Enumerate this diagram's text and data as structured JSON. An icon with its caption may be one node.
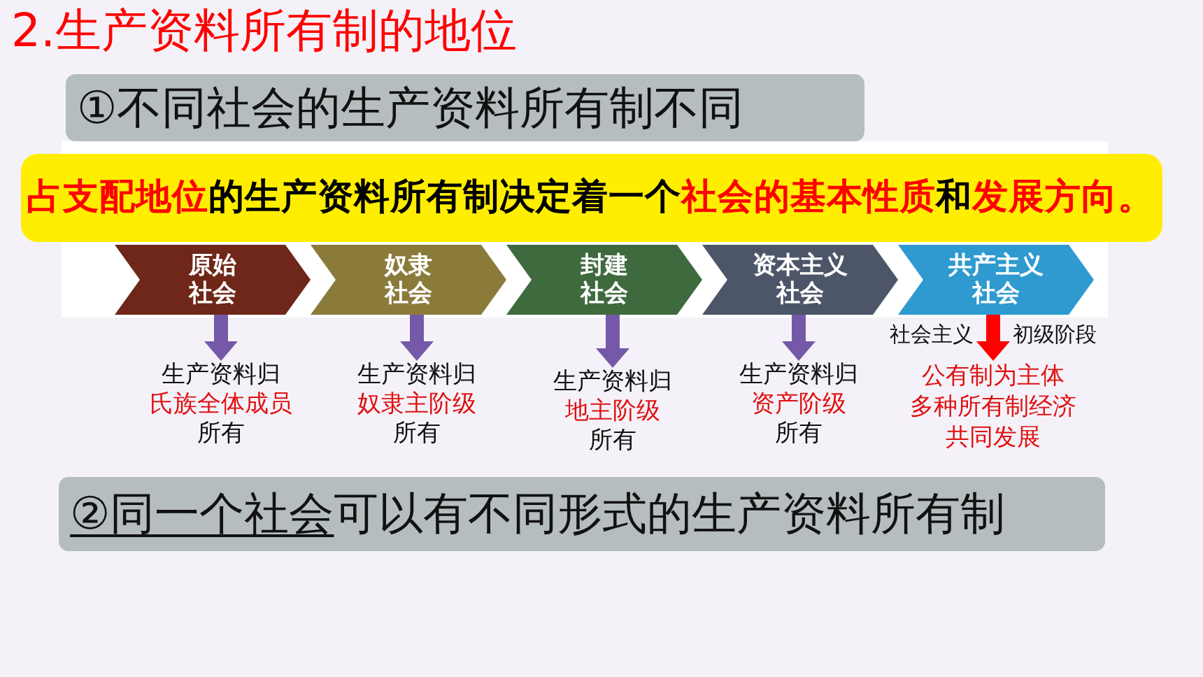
{
  "diagram": {
    "title": "2.生产资料所有制的地位",
    "nodes": [
      {
        "text": [
          "①不同社会的生产资料所有制不同"
        ]
      },
      {
        "text": [
          "**占支配地位**的生产资料所有制决定着一个**社会的基本性质**和**发展方向。**"
        ]
      },
      {
        "text": [
          "原始社会"
        ]
      },
      {
        "text": [
          "奴隶社会"
        ]
      },
      {
        "text": [
          "封建社会"
        ]
      },
      {
        "text": [
          "资本主义社会"
        ]
      },
      {
        "text": [
          "共产主义社会"
        ]
      },
      {
        "text": [
          "生产资料归",
          "氏族全体成员",
          "所有"
        ]
      },
      {
        "text": [
          "生产资料归",
          "奴隶主阶级",
          "所有"
        ]
      },
      {
        "text": [
          "生产资料归",
          "地主阶级",
          "所有"
        ]
      },
      {
        "text": [
          "生产资料归",
          "资产阶级",
          "所有"
        ]
      },
      {
        "text": [
          "公有制为主体",
          "多种所有制经济共同发展"
        ],
        "beside": [
          "社会主义",
          "初级阶段"
        ]
      },
      {
        "text": [
          "**②同一个社会**可以有不同形式的生产资料所有制"
        ]
      }
    ],
    "edges": [
      {
        "from": 2,
        "to": 7,
        "arrow": "to"
      },
      {
        "from": 3,
        "to": 8,
        "arrow": "to"
      },
      {
        "from": 4,
        "to": 9,
        "arrow": "to"
      },
      {
        "from": 5,
        "to": 10,
        "arrow": "to"
      },
      {
        "from": 6,
        "to": 11,
        "arrow": "to",
        "color": "#ff0000"
      }
    ]
  }
}
